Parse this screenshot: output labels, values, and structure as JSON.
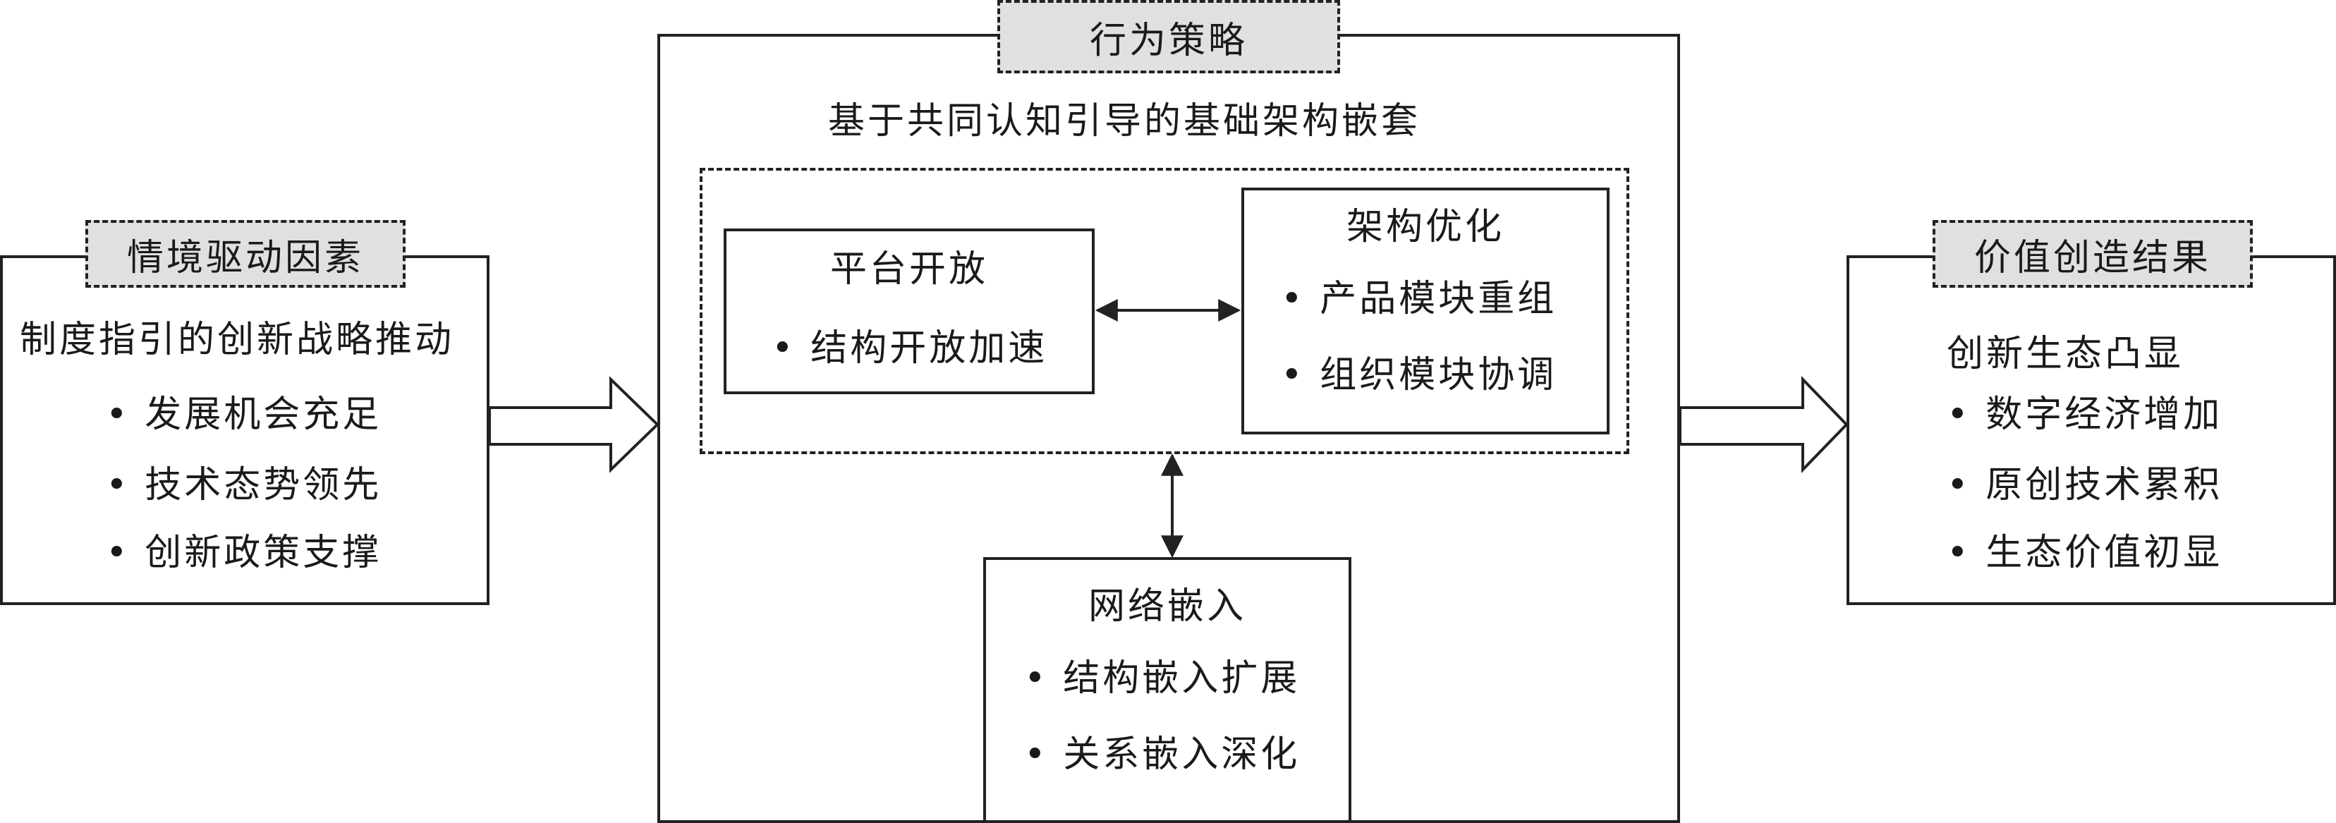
{
  "left": {
    "tag": "情境驱动因素",
    "title": "制度指引的创新战略推动",
    "items": [
      "发展机会充足",
      "技术态势领先",
      "创新政策支撑"
    ]
  },
  "center": {
    "tag": "行为策略",
    "subtitle": "基于共同认知引导的基础架构嵌套",
    "platform": {
      "title": "平台开放",
      "items": [
        "结构开放加速"
      ]
    },
    "architecture": {
      "title": "架构优化",
      "items": [
        "产品模块重组",
        "组织模块协调"
      ]
    },
    "network": {
      "title": "网络嵌入",
      "items": [
        "结构嵌入扩展",
        "关系嵌入深化"
      ]
    }
  },
  "right": {
    "tag": "价值创造结果",
    "title": "创新生态凸显",
    "items": [
      "数字经济增加",
      "原创技术累积",
      "生态价值初显"
    ]
  }
}
